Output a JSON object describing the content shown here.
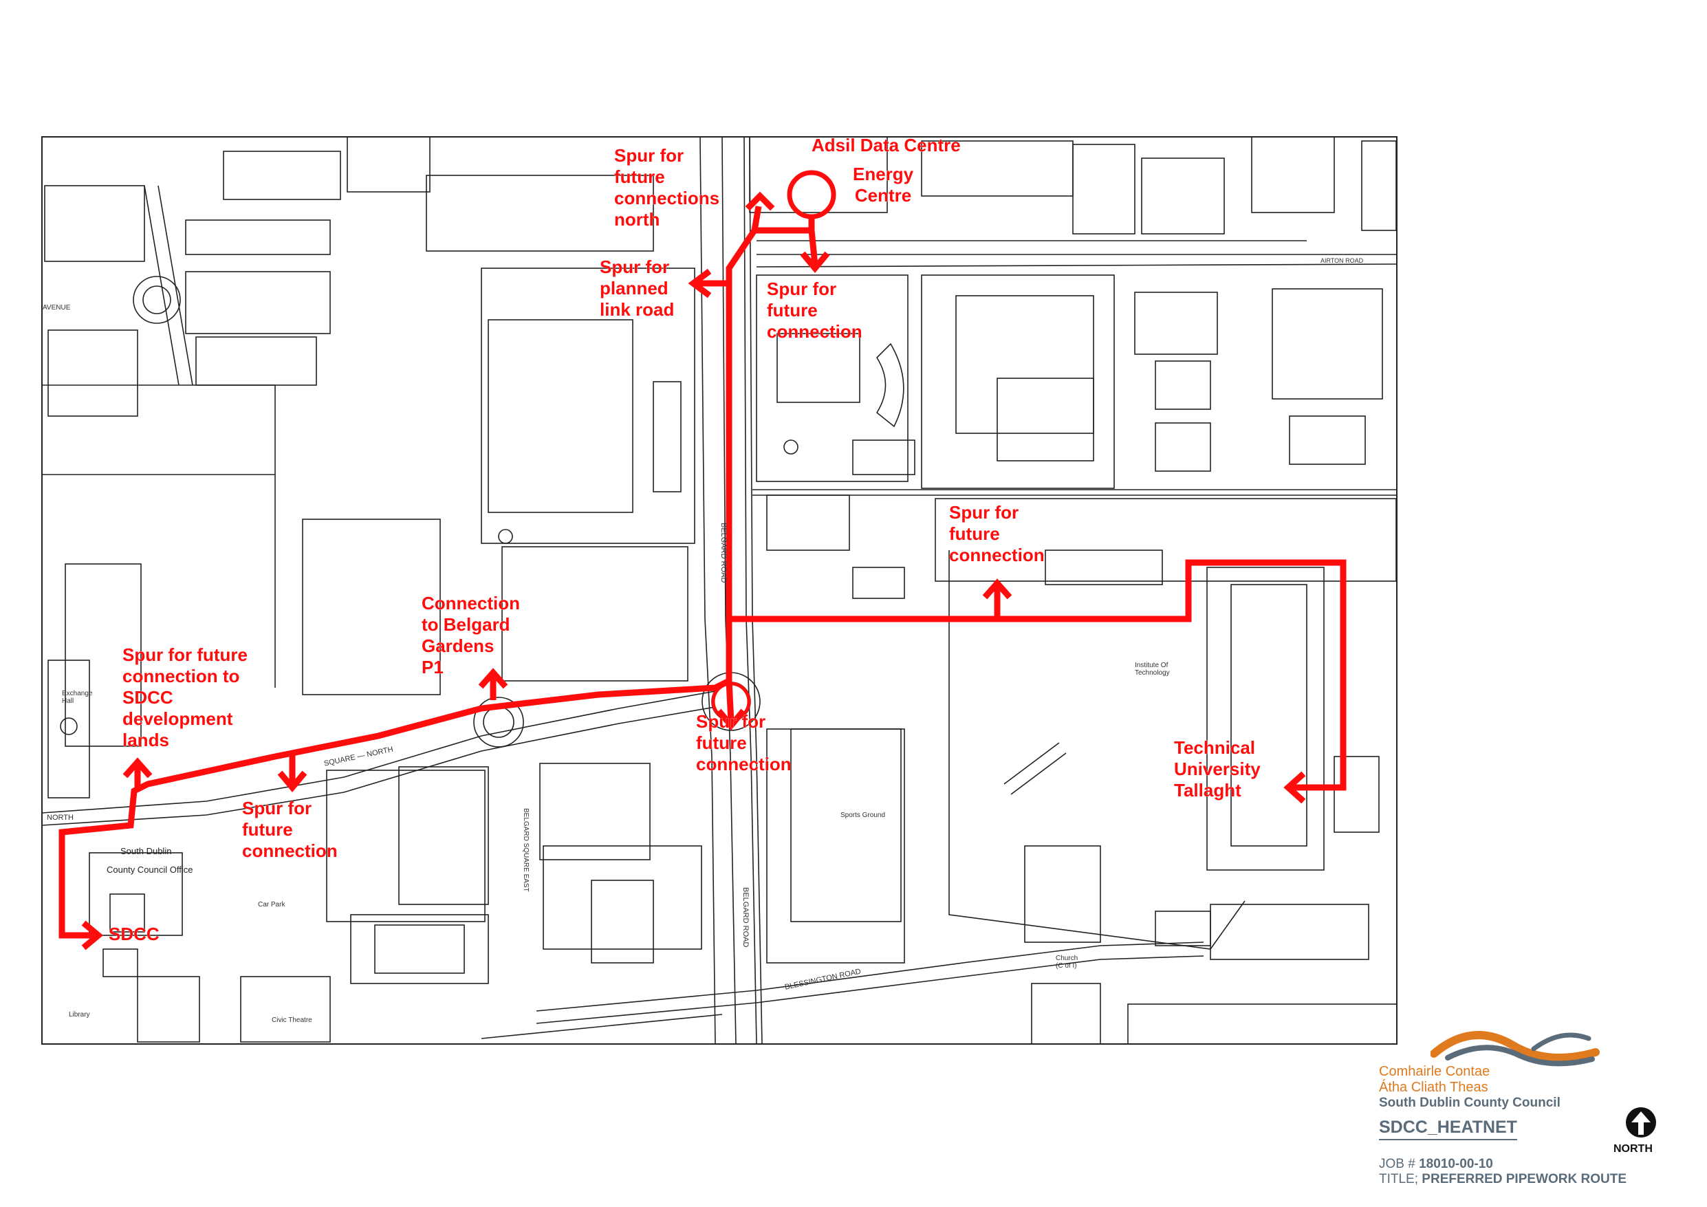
{
  "colors": {
    "route": "#ff0d0d",
    "linework": "#222222",
    "logo_orange": "#e07a1f",
    "logo_grey": "#5a6b7a"
  },
  "labels": {
    "adsil": "Adsil Data Centre",
    "energy": "Energy\nCentre",
    "spur_north": "Spur for\nfuture\nconnections\nnorth",
    "spur_link_road": "Spur for\nplanned\nlink road",
    "spur_future_1": "Spur for\nfuture\nconnection",
    "spur_future_east": "Spur for\nfuture\nconnection",
    "belgard_gardens": "Connection\nto Belgard\nGardens\nP1",
    "spur_sdcc_dev": "Spur for future\nconnection to\nSDCC\ndevelopment\nlands",
    "spur_future_center": "Spur for\nfuture\nconnection",
    "spur_future_south": "Spur for\nfuture\nconnection",
    "tu_tallaght": "Technical\nUniversity\nTallaght",
    "sdcc": "SDCC"
  },
  "map_text": {
    "belgard_road_1": "BELGARD ROAD",
    "belgard_road_2": "BELGARD ROAD",
    "square_north": "SQUARE — NORTH",
    "north": "NORTH",
    "south_dublin": "South Dublin",
    "county_council_office": "County Council Office",
    "exchange_hall": "Exchange\nHall",
    "institute": "Institute Of\nTechnology",
    "sports_ground": "Sports Ground",
    "car_park": "Car Park",
    "civic_theatre": "Civic Theatre",
    "library": "Library",
    "blessington_road": "BLESSINGTON ROAD",
    "church": "Church\n(C of I)",
    "airton_road": "AIRTON ROAD",
    "avenue": "AVENUE",
    "belgard_square_east": "BELGARD SQUARE EAST"
  },
  "title_block": {
    "irish_line1": "Comhairle Contae",
    "irish_line2": "Átha Cliath Theas",
    "english": "South Dublin County Council",
    "project": "SDCC_HEATNET",
    "job_prefix": "JOB #",
    "job_number": "18010-00-10",
    "title_prefix": "TITLE;",
    "title": "PREFERRED PIPEWORK ROUTE",
    "north_label": "NORTH"
  }
}
